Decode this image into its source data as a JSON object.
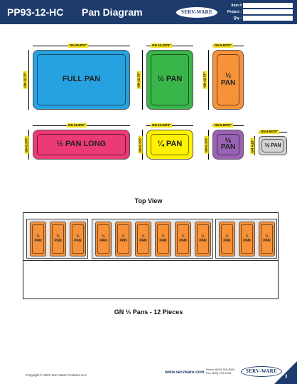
{
  "header": {
    "model": "PP93-12-HC",
    "title": "Pan Diagram",
    "logo_text": "SERV-WARE",
    "meta": [
      {
        "label": "Item #"
      },
      {
        "label": "Project :"
      },
      {
        "label": "Qty :"
      }
    ]
  },
  "pans": [
    {
      "label": "FULL PAN",
      "width_dim": "GN 20.875\"",
      "depth_dim": "GN 12.75\"",
      "color": "#27a2e1"
    },
    {
      "label": "½ PAN",
      "width_dim": "GN 10.4375\"",
      "depth_dim": "GN 12.75\"",
      "color": "#3ab54a"
    },
    {
      "label_top": "⅓",
      "label_bottom": "PAN",
      "width_dim": "GN 6.9375\"",
      "depth_dim": "GN 12.75\"",
      "color": "#f7923a"
    },
    {
      "label": "½ PAN LONG",
      "width_dim": "GN 20.875\"",
      "depth_dim": "GN 6.375\"",
      "color": "#ec3a75"
    },
    {
      "label": "¼ PAN",
      "width_dim": "GN 10.4375\"",
      "depth_dim": "GN 6.375\"",
      "color": "#fff200"
    },
    {
      "label_top": "⅙",
      "label_bottom": "PAN",
      "width_dim": "GN 6.9375\"",
      "depth_dim": "GN 6.375\"",
      "color": "#9a62b4"
    },
    {
      "label": "⅑ PAN",
      "width_dim": "GN 6.9375\"",
      "depth_dim": "GN 4.25\"",
      "color": "#d3d3d3"
    }
  ],
  "top_view": {
    "title": "Top View",
    "pan_label_top": "⅓",
    "pan_label_bottom": "PAN",
    "pan_color": "#f7923a",
    "caption": "GN ⅓ Pans - 12 Pieces"
  },
  "footer": {
    "copyright": "Copyright © 2022 Serv-Ware Products LLC.",
    "website": "www.servware.com",
    "phone": "Phone (800) 788-9850",
    "fax": "Fax (805) 978-1298",
    "logo_text": "SERV-WARE",
    "page_number": "3"
  },
  "colors": {
    "brand": "#1d3c6d",
    "dimension_tag": "#f4e21b"
  }
}
